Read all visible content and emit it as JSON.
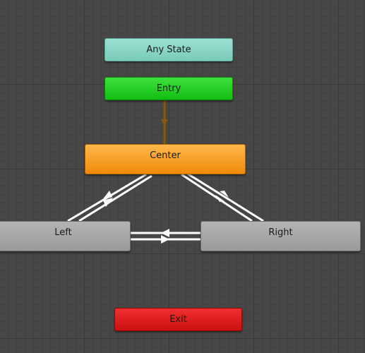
{
  "graph": {
    "states": {
      "any_state": "Any State",
      "entry": "Entry",
      "center": "Center",
      "left": "Left",
      "right": "Right",
      "exit": "Exit"
    },
    "colors": {
      "any_state": "#7bcbba",
      "entry": "#12be12",
      "center": "#f08a0a",
      "default_state": "#9a9a9a",
      "exit": "#cc0f0f",
      "entry_transition": "#8a5a00",
      "transition": "#ffffff"
    },
    "transitions": [
      {
        "from": "Entry",
        "to": "Center"
      },
      {
        "from": "Center",
        "to": "Left"
      },
      {
        "from": "Left",
        "to": "Center"
      },
      {
        "from": "Center",
        "to": "Right"
      },
      {
        "from": "Right",
        "to": "Center"
      },
      {
        "from": "Left",
        "to": "Right"
      },
      {
        "from": "Right",
        "to": "Left"
      }
    ]
  }
}
